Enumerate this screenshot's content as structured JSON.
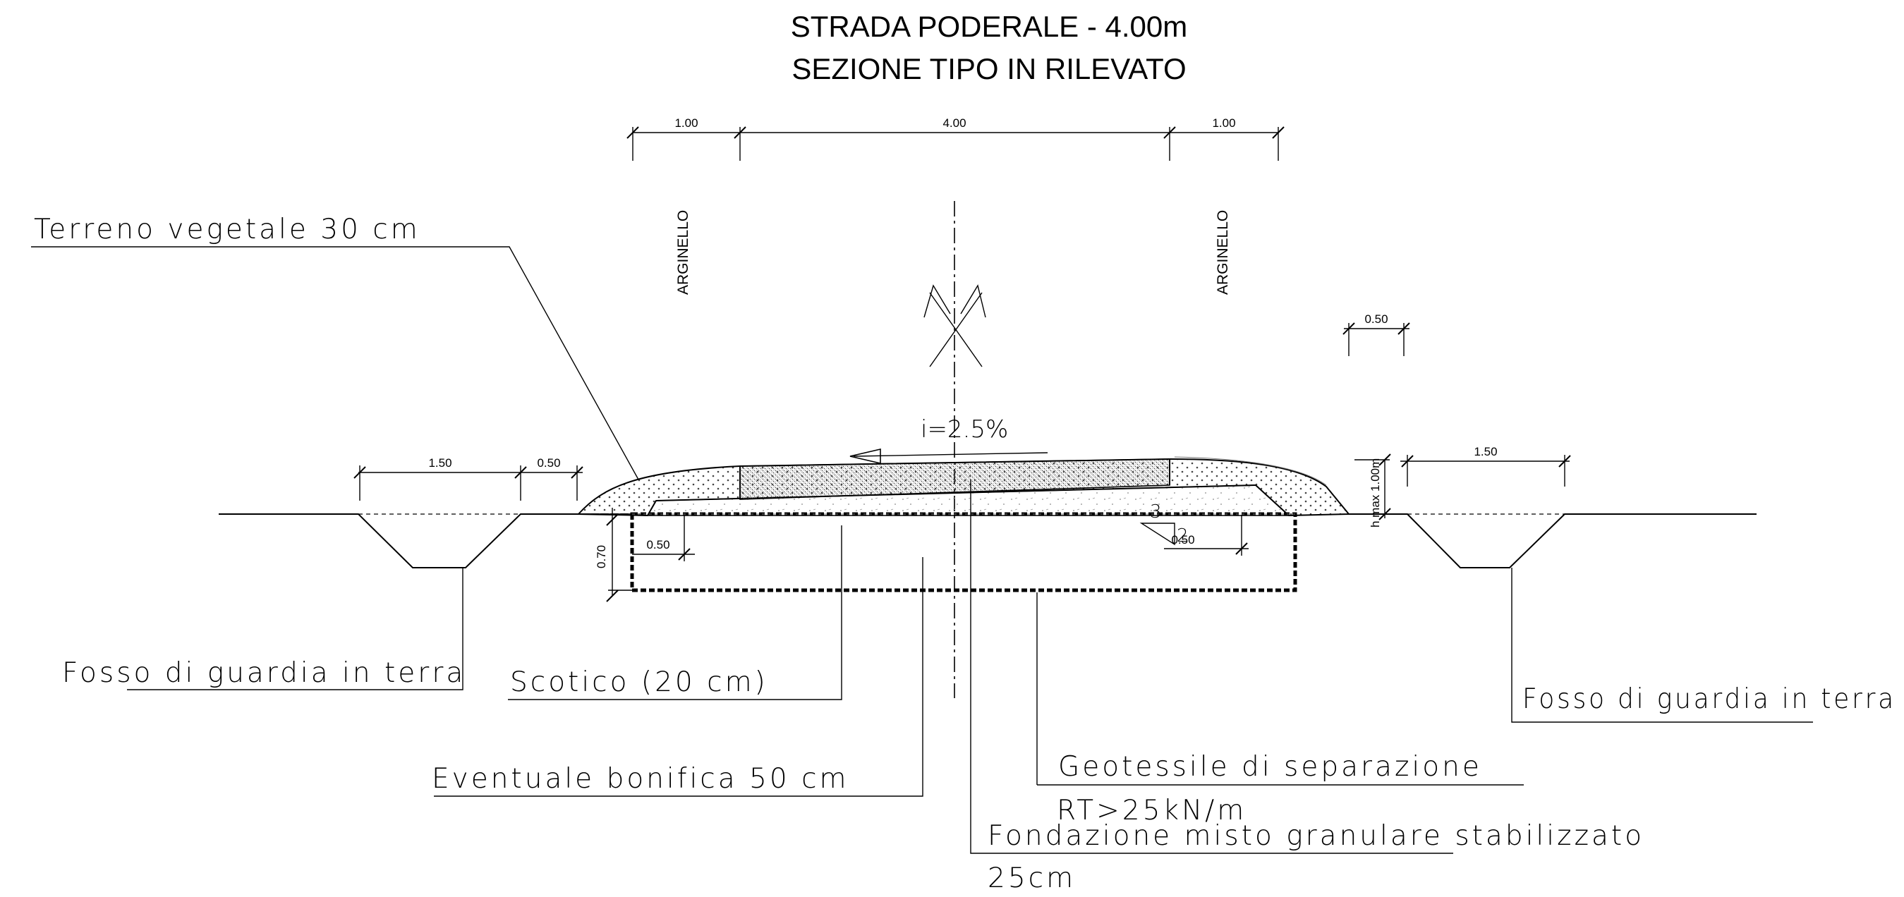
{
  "title": {
    "line1": "STRADA PODERALE - 4.00m",
    "line2": "SEZIONE TIPO IN RILEVATO"
  },
  "dimensions": {
    "top_left_shoulder": "1.00",
    "top_carriageway": "4.00",
    "top_right_shoulder": "1.00",
    "ditch_left_width": "1.50",
    "ditch_left_offset": "0.50",
    "offset_right_top": "0.50",
    "ditch_right_width": "1.50",
    "embankment_height": "h max 1.00m",
    "bonifica_depth": "0.70",
    "inner_left": "0.50",
    "inner_right": "0.50",
    "slope_ratio_3": "3",
    "slope_ratio_2": "2"
  },
  "vertical_labels": {
    "left": "ARGINELLO",
    "right": "ARGINELLO"
  },
  "slope_label": "i=2.5%",
  "callouts": {
    "terreno": "Terreno vegetale 30 cm",
    "fosso_left": "Fosso di guardia in terra",
    "scotico": "Scotico (20 cm)",
    "bonifica": "Eventuale bonifica 50 cm",
    "geotessile_1": "Geotessile di separazione",
    "geotessile_2": "RT>25kN/m",
    "fondazione_1": "Fondazione misto granulare stabilizzato",
    "fondazione_2": "25cm",
    "fosso_right": "Fosso di guardia in terra"
  },
  "colors": {
    "line": "#000000",
    "background": "#ffffff",
    "hatch": "#555555"
  }
}
